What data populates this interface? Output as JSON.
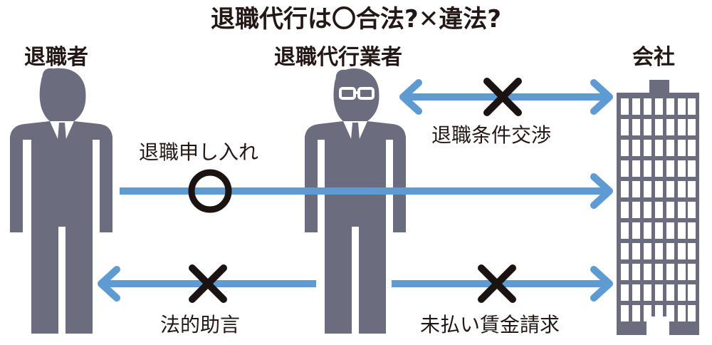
{
  "title": "退職代行は〇合法?✕違法?",
  "roles": {
    "employee": "退職者",
    "agency": "退職代行業者",
    "company": "会社"
  },
  "actions": [
    {
      "label": "退職条件交渉",
      "verdict": "✕"
    },
    {
      "label": "退職申し入れ",
      "verdict": "〇"
    },
    {
      "label": "法的助言",
      "verdict": "✕"
    },
    {
      "label": "未払い賃金請求",
      "verdict": "✕"
    }
  ],
  "colors": {
    "figure": "#6b6d7e",
    "arrow": "#5e9bd2",
    "mark": "#1a1311",
    "text": "#231815"
  },
  "icons": [
    "businessman-icon",
    "businessman-glasses-icon",
    "office-building-icon"
  ]
}
